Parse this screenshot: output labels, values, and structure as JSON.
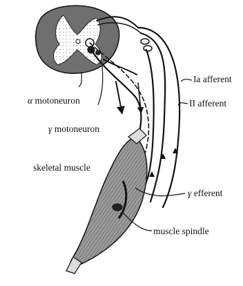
{
  "labels": {
    "ia_afferent": "Ia afferent",
    "ii_afferent": "II afferent",
    "alpha_motoneuron": {
      "symbol": "α",
      "text": "motoneuron"
    },
    "gamma_motoneuron": {
      "symbol": "γ",
      "text": "motoneuron"
    },
    "skeletal_muscle": "skeletal muscle",
    "gamma_efferent": {
      "symbol": "γ",
      "text": "efferent"
    },
    "muscle_spindle": "muscle spindle"
  },
  "colors": {
    "ink": "#111111",
    "muscle_fill": "#8c8c8c",
    "cord_grey": "#7a7a7a",
    "paper": "#ffffff"
  }
}
